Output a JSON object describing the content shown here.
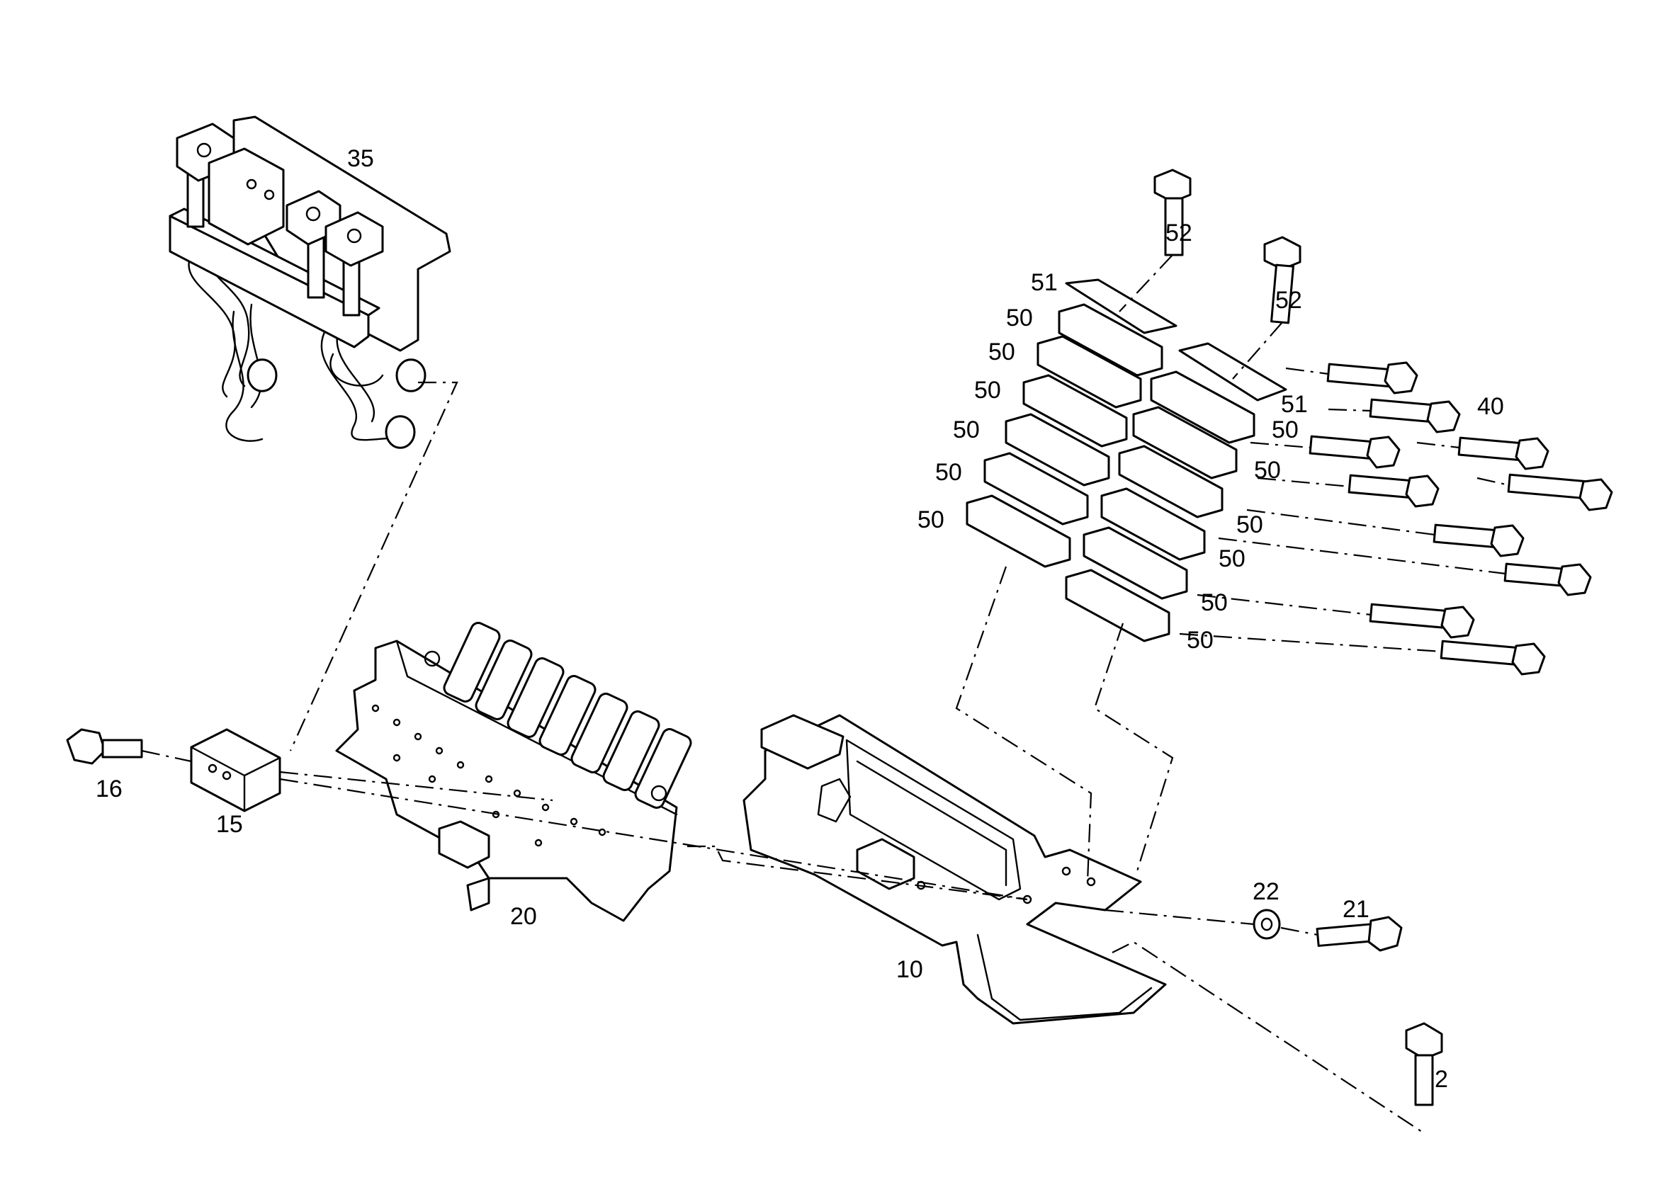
{
  "diagram": {
    "labels": {
      "p35": "35",
      "p52a": "52",
      "p52b": "52",
      "p51a": "51",
      "p51b": "51",
      "p50": "50",
      "p40": "40",
      "p16": "16",
      "p15": "15",
      "p20": "20",
      "p10": "10",
      "p22": "22",
      "p21": "21",
      "p2": "2"
    }
  }
}
